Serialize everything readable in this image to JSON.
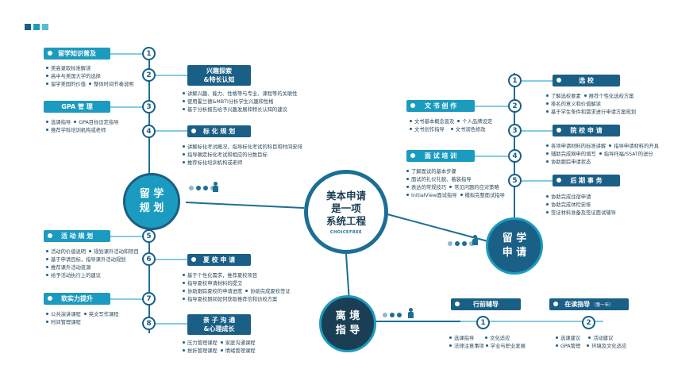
{
  "center": {
    "line1": "美本申请",
    "line2": "是一项",
    "line3": "系统工程",
    "logo": "CHOICEFREE"
  },
  "colors": {
    "dark": "#1a5f86",
    "mid": "#1c9bc0",
    "light": "#5bbbd6"
  },
  "hubs": {
    "plan": {
      "line1": "留 学",
      "line2": "规 划"
    },
    "apply": {
      "line1": "留 学",
      "line2": "申 请"
    },
    "depart": {
      "line1": "离 境",
      "line2": "指 导"
    }
  },
  "plan": {
    "s1": {
      "num": "1",
      "title": "留学知识普及",
      "items": [
        "美高录取标准解读",
        "高中与美国大学的选择",
        "留学美国的价值",
        "整体时间节奏说明"
      ]
    },
    "s2": {
      "num": "2",
      "title1": "兴趣探索",
      "title2": "&特长认知",
      "items": [
        "讲解兴趣、能力、性格等与专业、课程等的关联性",
        "使用霍兰德&MBTI分析学生兴趣和性格",
        "基于分析报告给予兴趣发展和特长认知的建议"
      ]
    },
    "s3": {
      "num": "3",
      "title": "GPA 管 理",
      "items": [
        "选课指导",
        "GPA目标设定指导",
        "推荐学科培训机构或老师"
      ]
    },
    "s4": {
      "num": "4",
      "title": "标 化 规 划",
      "items": [
        "讲解标化考试概况，指导标化考试的科目和时间安排",
        "指导确定标化考试和相应的分数目标",
        "推荐标化培训机构或老师"
      ]
    },
    "s5": {
      "num": "5",
      "title": "活 动 规 划",
      "items": [
        "活动的价值说明",
        "规划课外活动和项目",
        "基于申请目标，指导课外活动规划",
        "推荐课外活动资源",
        "给予活动执行上的建议"
      ]
    },
    "s6": {
      "num": "6",
      "title": "夏 校 申 请",
      "items": [
        "基于个性化需求，推荐夏校项目",
        "指导夏校申请材料的提交",
        "协助跟踪夏校的申请进度",
        "协助完成夏校签证",
        "指导夏校期间如何获取推荐信和访校方案"
      ]
    },
    "s7": {
      "num": "7",
      "title": "软实力提升",
      "items": [
        "公共演讲课程",
        "英文写作课程",
        "时间管理课程"
      ]
    },
    "s8": {
      "num": "8",
      "title1": "亲 子 沟 通",
      "title2": "&心理成长",
      "items": [
        "压力管理课程",
        "家庭沟通课程",
        "挫折管理课程",
        "情绪管理课程"
      ]
    }
  },
  "apply": {
    "s1": {
      "num": "1",
      "title": "选 校",
      "items": [
        "了解选校要素",
        "推荐个性化选校方案",
        "排名的意义和价值解读",
        "基于学生条件和需求进行申请方案规划"
      ]
    },
    "s2": {
      "num": "2",
      "title": "文 书 创 作",
      "items": [
        "文书基本概念普及",
        "个人品牌设定",
        "文书创作指导",
        "文书润色修改"
      ]
    },
    "s3": {
      "num": "3",
      "title": "院 校 申 请",
      "items": [
        "各项申请材料的标准讲解",
        "指导申请材料的开具",
        "辅助完成网申的填写",
        "指导托福/SSAT的送分",
        "协助跟踪申请状态"
      ]
    },
    "s4": {
      "num": "4",
      "title": "面 试 培 训",
      "items": [
        "了解面试的基本步骤",
        "面试的礼仪礼貌、着装指导",
        "表达的常规技巧",
        "常见问题的应对策略",
        "InitialView面试指导",
        "模拟完整面试指导"
      ]
    },
    "s5": {
      "num": "5",
      "title": "后 期 事 务",
      "items": [
        "协助完成住宿申请",
        "协助完成体检安排",
        "签证材料准备及签证面试辅导"
      ]
    }
  },
  "depart": {
    "s1": {
      "num": "1",
      "title": "行前辅导",
      "items": [
        "选课指导",
        "文化适应",
        "法律注意事项",
        "学业与职业发展"
      ]
    },
    "s2": {
      "num": "2",
      "title": "在读指导",
      "note": "（第一年）",
      "items": [
        "选课建议",
        "活动建议",
        "GPA管理",
        "环境及文化适应"
      ]
    }
  }
}
